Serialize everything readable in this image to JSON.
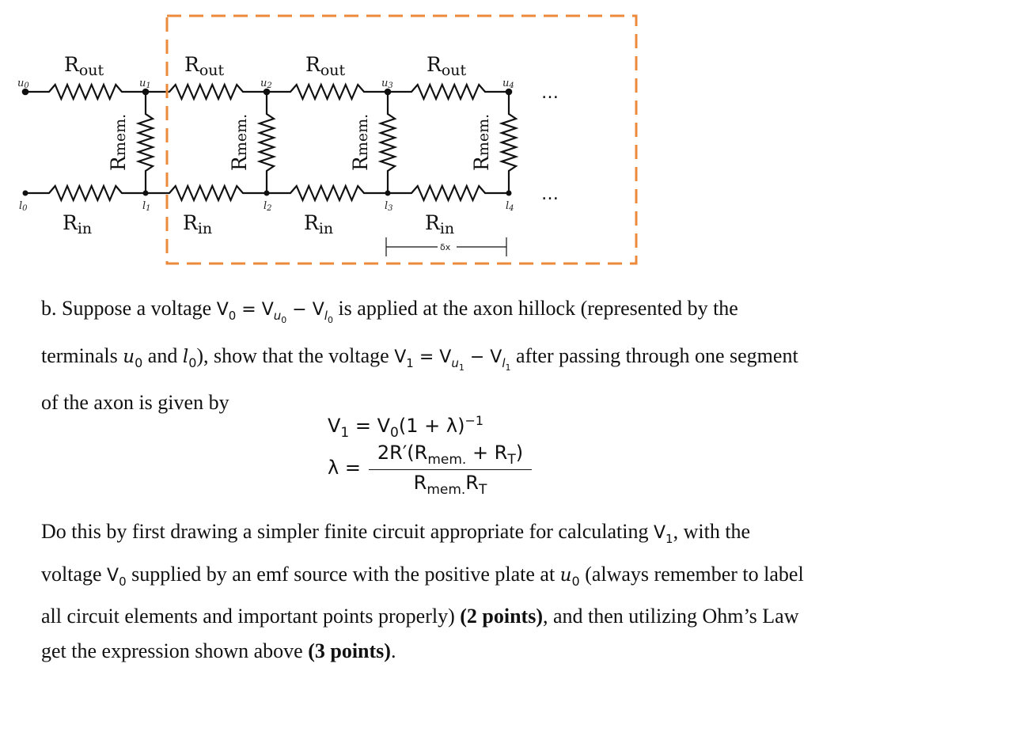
{
  "figure": {
    "resistor_labels": {
      "outer": "out",
      "inner": "in",
      "membrane": "mem."
    },
    "upper_nodes": [
      "u0",
      "u1",
      "u2",
      "u3",
      "u4"
    ],
    "lower_nodes": [
      "l0",
      "l1",
      "l2",
      "l3",
      "l4"
    ],
    "ellipsis": "…",
    "segment_length_label": "δx",
    "highlight_box_color": "#ec8a3c"
  },
  "part_b": {
    "label": "b.",
    "intro_1": "Suppose a voltage",
    "intro_2": "is applied at the axon hillock (represented by the terminals",
    "and_1": "and",
    "intro_3": "), show that the voltage",
    "intro_4": "after passing through one segment of the axon is given by"
  },
  "equations": {
    "v1_lhs": "V",
    "lambda": "λ",
    "exponent": "−1",
    "numerator": "2R′(R",
    "numerator_tail": "+ R",
    "denominator": "R",
    "mem": "mem.",
    "T": "T"
  },
  "instructions": {
    "t1": "Do this by first drawing a simpler finite circuit appropriate for calculating",
    "t2": "with the voltage",
    "t3": "supplied by an emf source with the positive plate at",
    "t4": "(always remember to label all circuit elements and important points properly)",
    "pts_a": "(2 points)",
    "t5": ", and then utilizing Ohm’s Law get the expression shown above",
    "pts_b1": "(3",
    "pts_b2": "points)",
    "end": "."
  }
}
